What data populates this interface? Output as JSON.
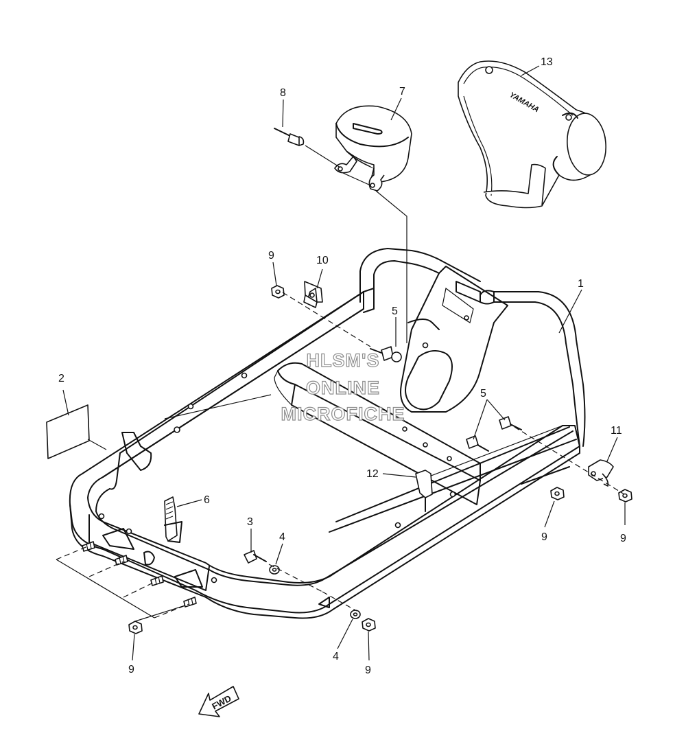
{
  "callouts": [
    {
      "id": "c1",
      "text": "1"
    },
    {
      "id": "c2",
      "text": "2"
    },
    {
      "id": "c3",
      "text": "3"
    },
    {
      "id": "c4a",
      "text": "4"
    },
    {
      "id": "c4b",
      "text": "4"
    },
    {
      "id": "c5a",
      "text": "5"
    },
    {
      "id": "c5b",
      "text": "5"
    },
    {
      "id": "c6",
      "text": "6"
    },
    {
      "id": "c7",
      "text": "7"
    },
    {
      "id": "c8",
      "text": "8"
    },
    {
      "id": "c9a",
      "text": "9"
    },
    {
      "id": "c9b",
      "text": "9"
    },
    {
      "id": "c9c",
      "text": "9"
    },
    {
      "id": "c9d",
      "text": "9"
    },
    {
      "id": "c9e",
      "text": "9"
    },
    {
      "id": "c10",
      "text": "10"
    },
    {
      "id": "c11",
      "text": "11"
    },
    {
      "id": "c12",
      "text": "12"
    },
    {
      "id": "c13",
      "text": "13"
    }
  ],
  "watermark": {
    "line1": "HLSM'S",
    "line2": "ONLINE",
    "line3": "MICROFICHE"
  },
  "direction_arrow": {
    "label": "FWD"
  },
  "pad_logo": {
    "text": "YAMAHA"
  }
}
